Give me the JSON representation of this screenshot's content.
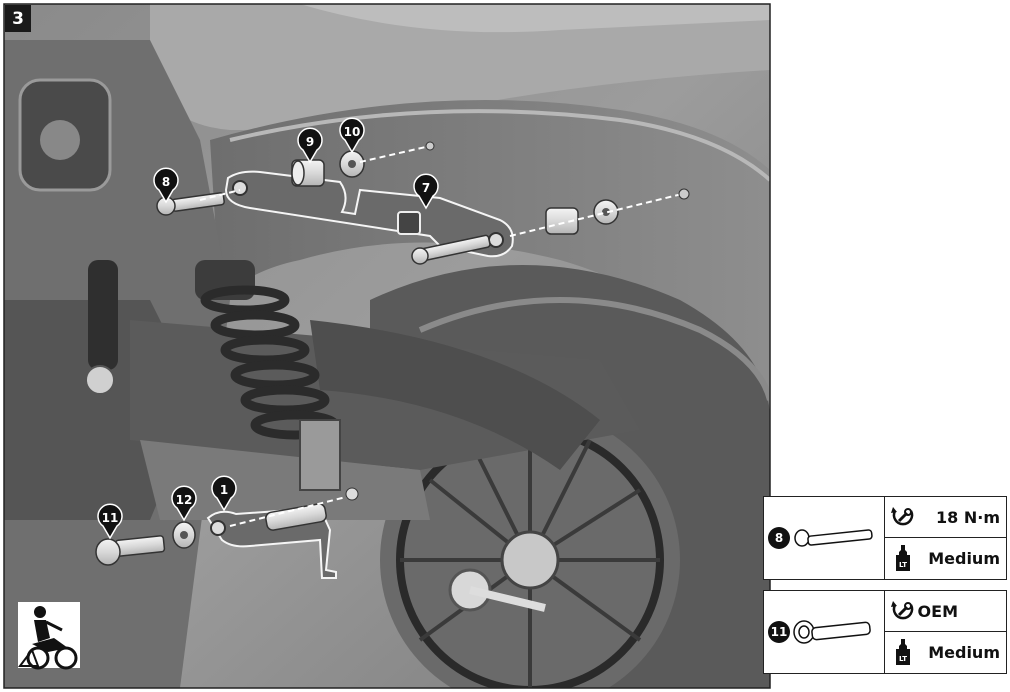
{
  "step": "3",
  "callouts": [
    {
      "label": "8"
    },
    {
      "label": "9"
    },
    {
      "label": "10"
    },
    {
      "label": "7"
    },
    {
      "label": "12"
    },
    {
      "label": "11"
    },
    {
      "label": "1"
    }
  ],
  "spec_boxes": [
    {
      "part": "8",
      "torque": "18 N·m",
      "threadlock": "Medium"
    },
    {
      "part": "11",
      "torque": "OEM",
      "threadlock": "Medium"
    }
  ],
  "threadlock_icon_text": "LT",
  "icons": [
    "torque-wrench-icon",
    "threadlocker-bottle-icon",
    "mechanic-on-motorcycle-icon"
  ],
  "colors": {
    "photo_bg": "#9a9a9a",
    "fender": "#7d7d7d",
    "badge": "#111111",
    "border": "#222222"
  }
}
